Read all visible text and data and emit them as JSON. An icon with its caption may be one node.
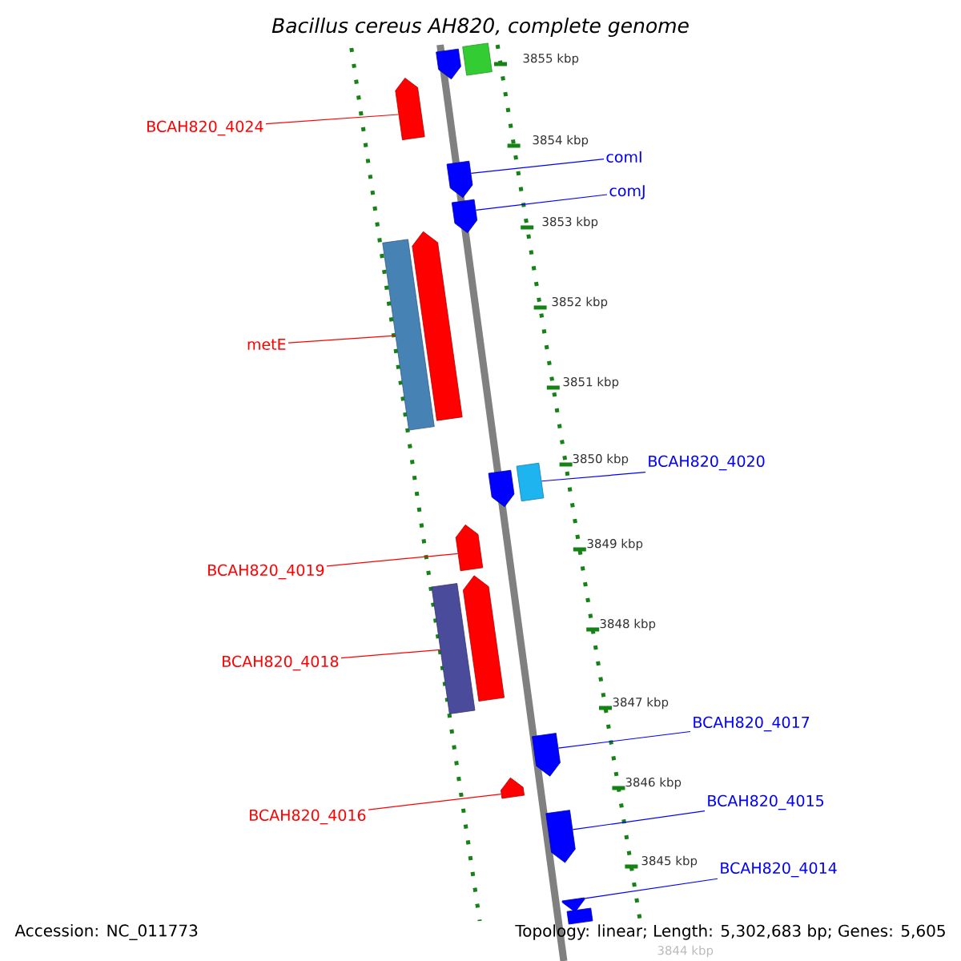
{
  "diagram": {
    "title": "Bacillus cereus AH820, complete genome",
    "nodes": [
      {
        "text": [],
        "shape": "bar"
      },
      {
        "text": [],
        "shape": "bar"
      },
      {
        "text": [
          "BCAH820_4024"
        ]
      },
      {
        "text": [],
        "shape": "bar"
      },
      {
        "text": [
          "comI"
        ]
      },
      {
        "text": [],
        "shape": "bar"
      },
      {
        "text": [
          "comJ"
        ]
      },
      {
        "text": [],
        "shape": "bar"
      },
      {
        "text": [],
        "shape": "bar"
      },
      {
        "text": [],
        "shape": "bar"
      },
      {
        "text": [
          "metE"
        ]
      },
      {
        "text": [],
        "shape": "bar"
      },
      {
        "text": [],
        "shape": "bar"
      },
      {
        "text": [
          "BCAH820_4020"
        ]
      },
      {
        "text": [],
        "shape": "bar"
      },
      {
        "text": [
          "BCAH820_4019"
        ]
      },
      {
        "text": [],
        "shape": "bar"
      },
      {
        "text": [],
        "shape": "bar"
      },
      {
        "text": [
          "BCAH820_4018"
        ]
      },
      {
        "text": [
          "BCAH820_4017"
        ]
      },
      {
        "text": [],
        "shape": "bar"
      },
      {
        "text": [],
        "shape": "bar"
      },
      {
        "text": [
          "BCAH820_4016"
        ]
      },
      {
        "text": [
          "BCAH820_4015"
        ]
      },
      {
        "text": [],
        "shape": "bar"
      },
      {
        "text": [
          "BCAH820_4014"
        ]
      },
      {
        "text": [],
        "shape": "bar"
      },
      {
        "text": [],
        "shape": "bar"
      }
    ],
    "edges": [
      {
        "from": 2,
        "to": 3,
        "arrow": "none",
        "color": "#ff0000"
      },
      {
        "from": 4,
        "to": 5,
        "arrow": "none"
      },
      {
        "from": 6,
        "to": 7,
        "arrow": "none"
      },
      {
        "from": 10,
        "to": 8,
        "arrow": "none",
        "color": "#ff0000"
      },
      {
        "from": 13,
        "to": 12,
        "arrow": "none"
      },
      {
        "from": 15,
        "to": 14,
        "arrow": "none",
        "color": "#ff0000"
      },
      {
        "from": 18,
        "to": 16,
        "arrow": "none",
        "color": "#ff0000"
      },
      {
        "from": 19,
        "to": 20,
        "arrow": "none"
      },
      {
        "from": 22,
        "to": 21,
        "arrow": "none",
        "color": "#ff0000"
      },
      {
        "from": 23,
        "to": 24,
        "arrow": "none"
      },
      {
        "from": 25,
        "to": 26,
        "arrow": "none"
      }
    ],
    "labels": [
      "3855 kbp",
      "3854 kbp",
      "3853 kbp",
      "3852 kbp",
      "3851 kbp",
      "3850 kbp",
      "3849 kbp",
      "3848 kbp",
      "3847 kbp",
      "3846 kbp",
      "3845 kbp",
      "Accession: NC_011773",
      "Topology: linear; Length: 5,302,683 bp; Genes: 5,605",
      "3844 kbp"
    ]
  }
}
